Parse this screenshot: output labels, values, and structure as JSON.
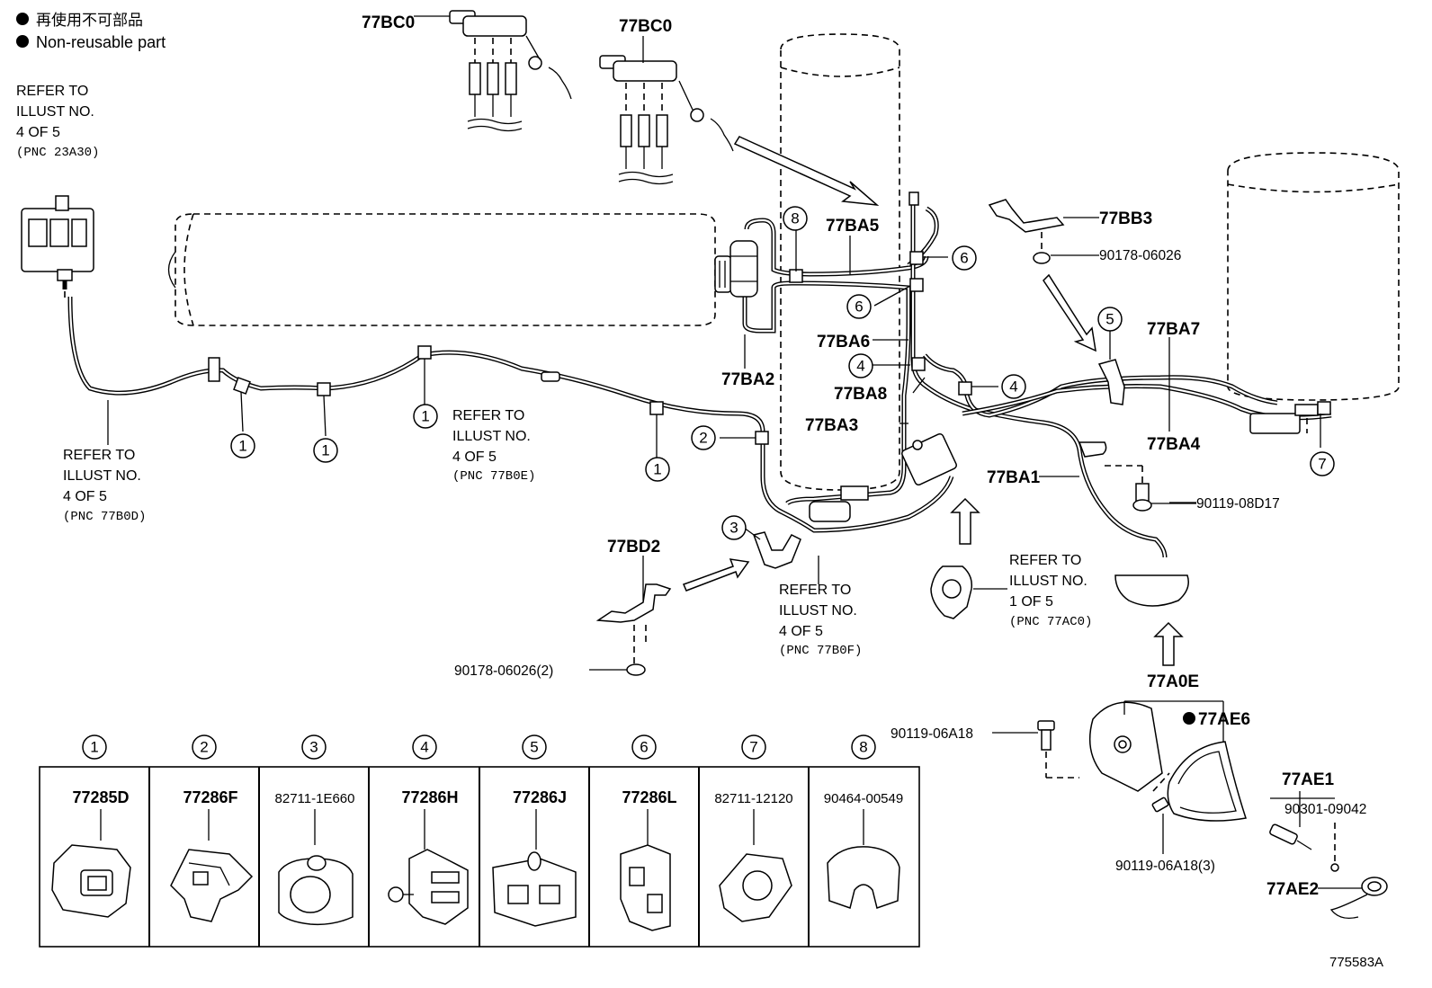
{
  "legend": {
    "jp_text": "再使用不可部品",
    "en_text": "Non-reusable part"
  },
  "notes": {
    "ref_23a30": [
      "REFER TO",
      "ILLUST NO.",
      "4 OF 5",
      "(PNC 23A30)"
    ],
    "ref_77b0d": [
      "REFER TO",
      "ILLUST NO.",
      "4 OF 5",
      "(PNC 77B0D)"
    ],
    "ref_77b0e": [
      "REFER TO",
      "ILLUST NO.",
      "4 OF 5",
      "(PNC 77B0E)"
    ],
    "ref_77b0f": [
      "REFER TO",
      "ILLUST NO.",
      "4 OF 5",
      "(PNC 77B0F)"
    ],
    "ref_77ac0": [
      "REFER TO",
      "ILLUST NO.",
      "1 OF 5",
      "(PNC 77AC0)"
    ]
  },
  "labels": {
    "bc0_a": "77BC0",
    "bc0_b": "77BC0",
    "ba5": "77BA5",
    "ba2": "77BA2",
    "ba6": "77BA6",
    "ba8": "77BA8",
    "ba3": "77BA3",
    "ba7": "77BA7",
    "ba4": "77BA4",
    "ba1": "77BA1",
    "bb3": "77BB3",
    "bd2": "77BD2",
    "a0e": "77A0E",
    "ae6": "77AE6",
    "ae1": "77AE1",
    "ae2": "77AE2",
    "p90178_a": "90178-06026",
    "p90178_b": "90178-06026(2)",
    "p90119_08d17": "90119-08D17",
    "p90119_06a18": "90119-06A18",
    "p90119_06a18_3": "90119-06A18(3)",
    "p90301": "90301-09042",
    "illust_no": "775583A"
  },
  "callouts": [
    "1",
    "2",
    "3",
    "4",
    "5",
    "6",
    "7",
    "8"
  ],
  "table": {
    "columns": [
      {
        "num": "1",
        "part": "77285D"
      },
      {
        "num": "2",
        "part": "77286F"
      },
      {
        "num": "3",
        "part": "82711-1E660"
      },
      {
        "num": "4",
        "part": "77286H"
      },
      {
        "num": "5",
        "part": "77286J"
      },
      {
        "num": "6",
        "part": "77286L"
      },
      {
        "num": "7",
        "part": "82711-12120"
      },
      {
        "num": "8",
        "part": "90464-00549"
      }
    ]
  }
}
